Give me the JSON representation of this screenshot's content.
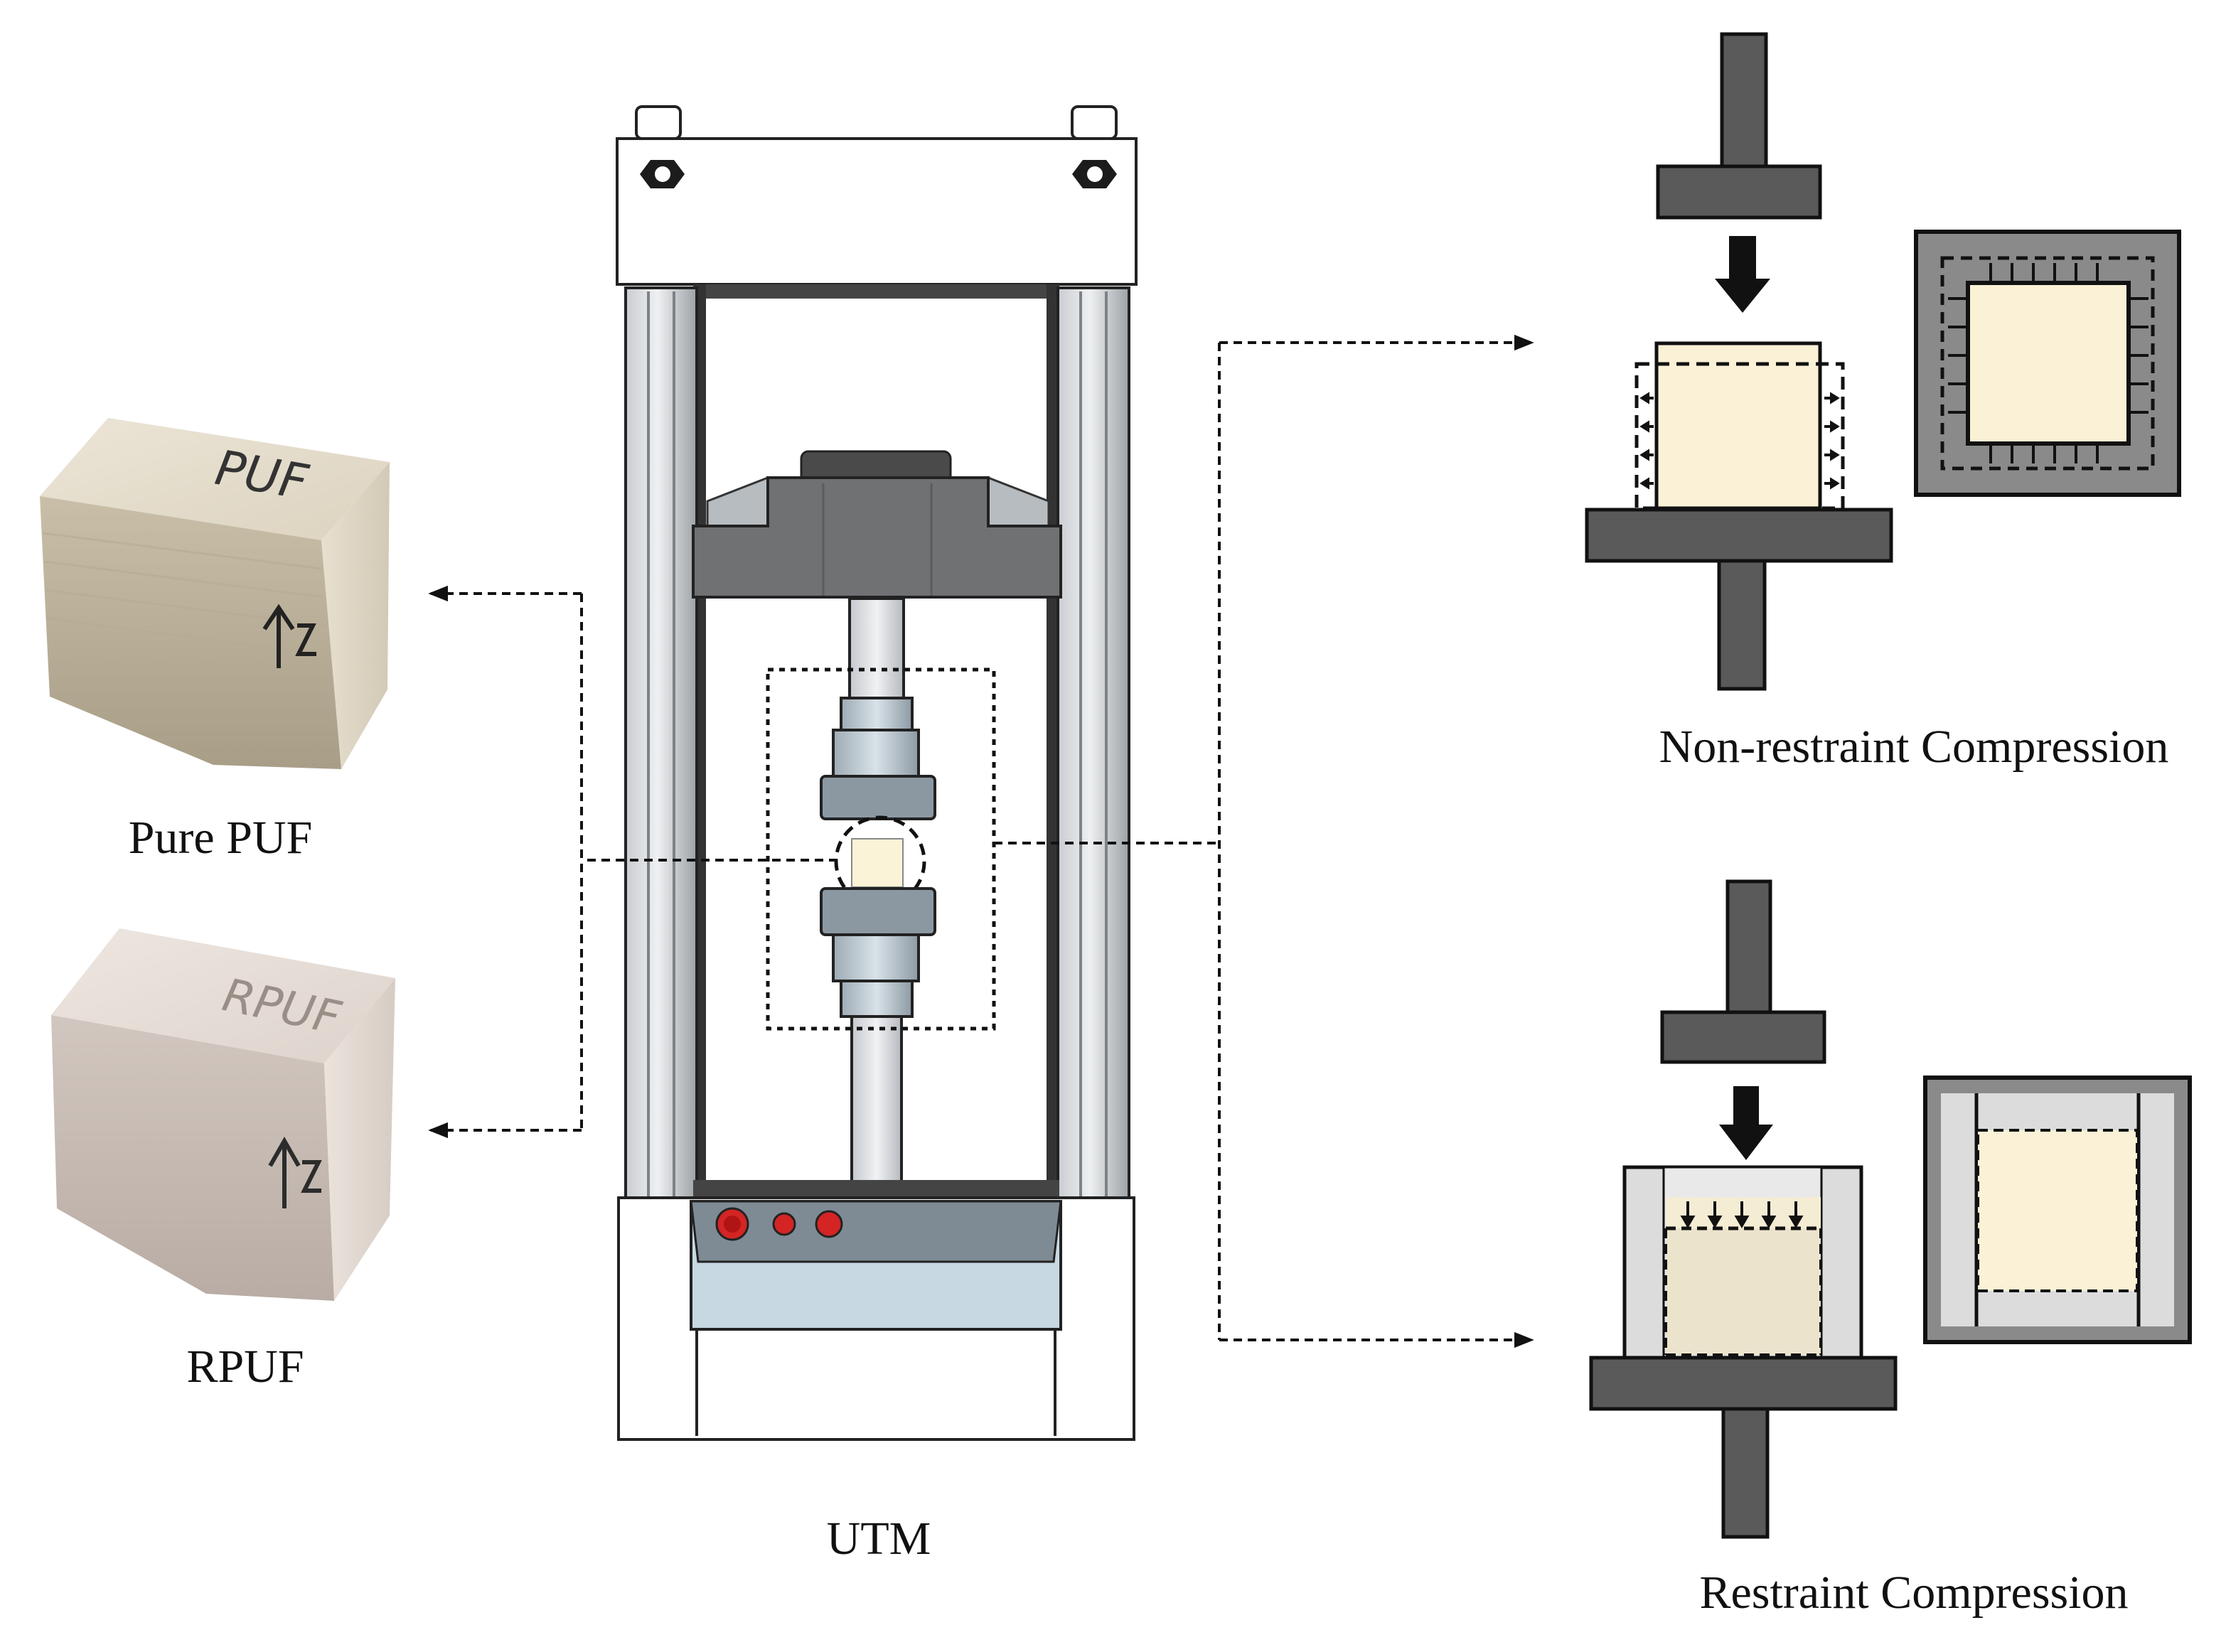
{
  "labels": {
    "pure_puf": "Pure PUF",
    "rpuf": "RPUF",
    "utm": "UTM",
    "non_restraint": "Non-restraint Compression",
    "restraint": "Restraint Compression"
  },
  "specimen_marks": {
    "pure_puf_top": "PUF",
    "rpuf_top": "RPUF"
  },
  "colors": {
    "frame_gray": "#8c8c8c",
    "steel_dark": "#5a5a5a",
    "specimen_cream": "#fbf1d6",
    "machine_blue": "#c8d8e2",
    "button_red": "#d42424"
  }
}
